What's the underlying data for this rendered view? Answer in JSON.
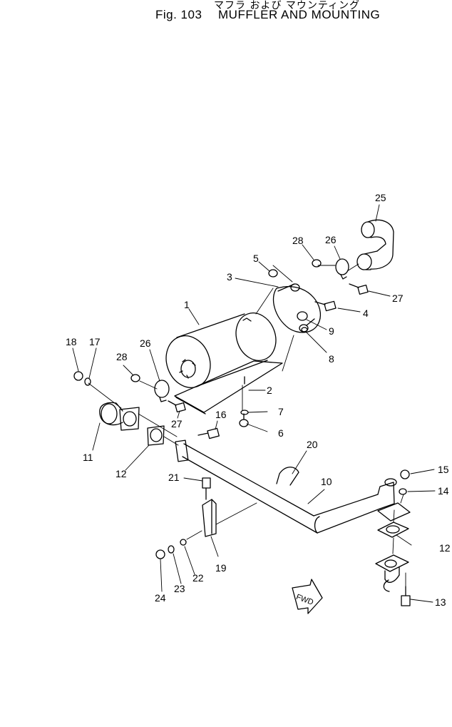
{
  "header": {
    "japanese_title": "マフラ および マウンティング",
    "figure_number": "Fig. 103",
    "title": "MUFFLER AND MOUNTING"
  },
  "callouts": {
    "c1": "1",
    "c2": "2",
    "c3": "3",
    "c4": "4",
    "c5": "5",
    "c6": "6",
    "c7": "7",
    "c8": "8",
    "c9": "9",
    "c10": "10",
    "c11": "11",
    "c12a": "12",
    "c12b": "12",
    "c13": "13",
    "c14": "14",
    "c15": "15",
    "c16": "16",
    "c17": "17",
    "c18": "18",
    "c19": "19",
    "c20": "20",
    "c21": "21",
    "c22": "22",
    "c23": "23",
    "c24": "24",
    "c25": "25",
    "c26a": "26",
    "c26b": "26",
    "c27a": "27",
    "c27b": "27",
    "c28a": "28",
    "c28b": "28"
  },
  "direction_marker": "FWD"
}
